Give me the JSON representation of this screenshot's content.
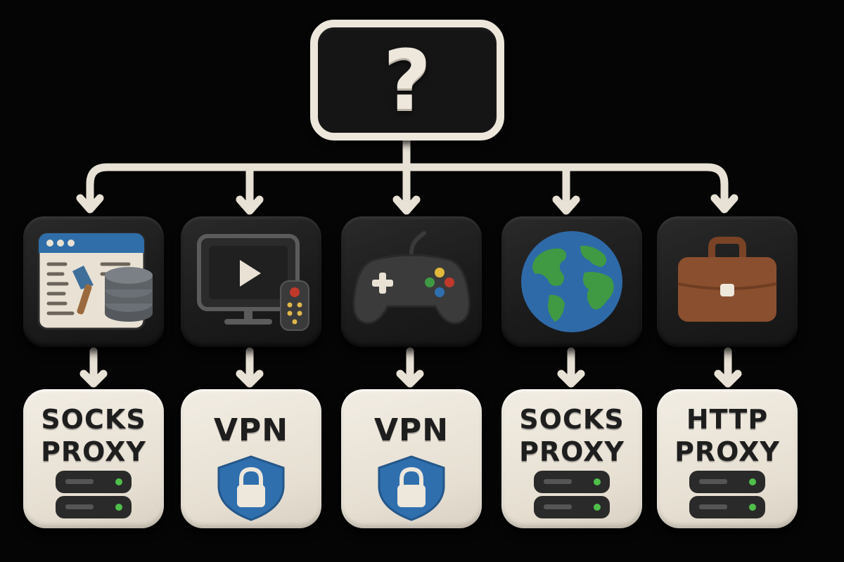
{
  "root": {
    "label": "?"
  },
  "use_cases": [
    {
      "icon": "web-scraping-database-icon"
    },
    {
      "icon": "streaming-tv-icon"
    },
    {
      "icon": "gamepad-icon"
    },
    {
      "icon": "globe-icon"
    },
    {
      "icon": "briefcase-icon"
    }
  ],
  "results": [
    {
      "label": "SOCKS\nPROXY",
      "icon": "server-icon"
    },
    {
      "label": "VPN",
      "icon": "shield-lock-icon"
    },
    {
      "label": "VPN",
      "icon": "shield-lock-icon"
    },
    {
      "label": "SOCKS\nPROXY",
      "icon": "server-icon"
    },
    {
      "label": "HTTP\nPROXY",
      "icon": "server-icon"
    }
  ],
  "colors": {
    "background": "#050505",
    "clay_light": "#ece6db",
    "clay_dark": "#1c1c1c",
    "shield_blue": "#2f6fae",
    "globe_blue": "#2e6aa8",
    "globe_green": "#3f9a43",
    "briefcase_brown": "#8a4f2e",
    "server_led": "#4fbf4a"
  }
}
